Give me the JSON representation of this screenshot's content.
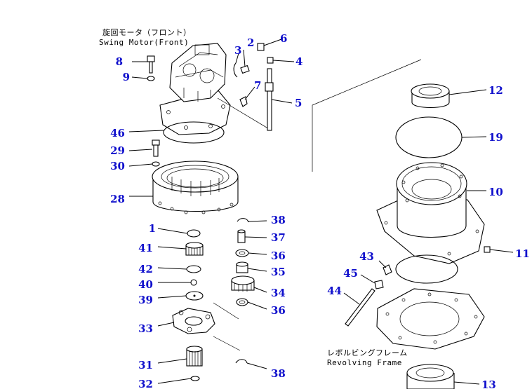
{
  "captions": {
    "swing_motor_jp": "旋回モータ（フロント）",
    "swing_motor_en": "Swing Motor(Front)",
    "revolving_frame_jp": "レボルビングフレーム",
    "revolving_frame_en": "Revolving Frame"
  },
  "part_numbers": {
    "p1": "1",
    "p2": "2",
    "p3": "3",
    "p4": "4",
    "p5": "5",
    "p6": "6",
    "p7": "7",
    "p8": "8",
    "p9": "9",
    "p10": "10",
    "p11": "11",
    "p12": "12",
    "p13": "13",
    "p19": "19",
    "p28": "28",
    "p29": "29",
    "p30": "30",
    "p31": "31",
    "p32": "32",
    "p33": "33",
    "p34": "34",
    "p35": "35",
    "p36a": "36",
    "p36b": "36",
    "p37": "37",
    "p38a": "38",
    "p38b": "38",
    "p39": "39",
    "p40": "40",
    "p41": "41",
    "p42": "42",
    "p43": "43",
    "p44": "44",
    "p45": "45",
    "p46": "46"
  },
  "colors": {
    "callout": "#1010cc",
    "line": "#000000",
    "background": "#ffffff"
  }
}
